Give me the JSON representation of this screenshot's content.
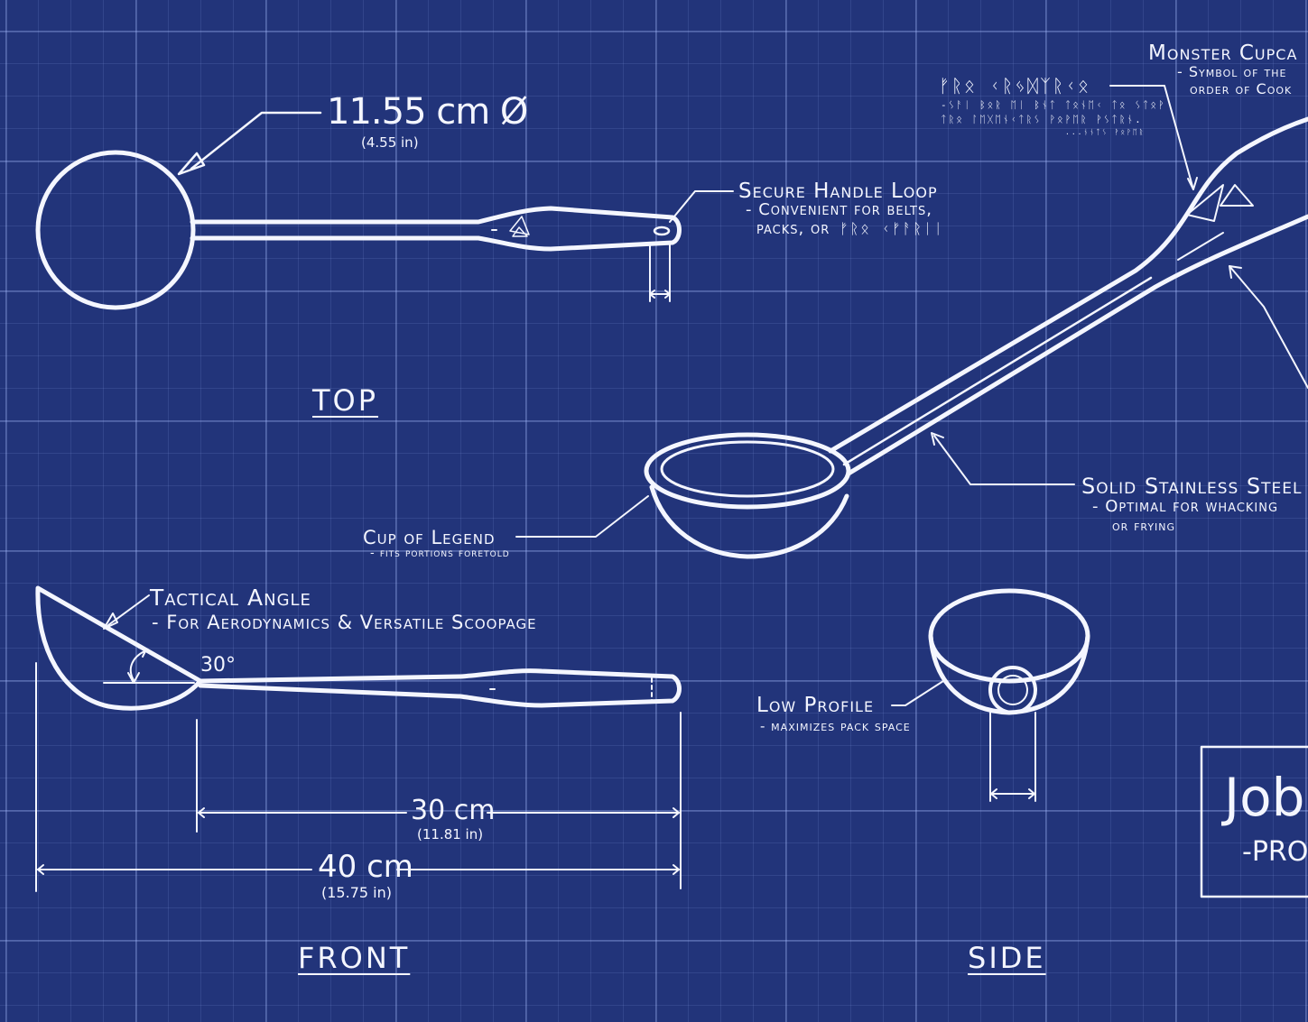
{
  "colors": {
    "background": "#22347a",
    "ink": "#f4f6ff",
    "grid": "#8ea2e6"
  },
  "views": {
    "top": "TOP",
    "front": "FRONT",
    "side": "SIDE"
  },
  "dimensions": {
    "diameter": {
      "metric": "11.55 cm Ø",
      "imperial": "(4.55 in)"
    },
    "handle": {
      "metric": "30 cm",
      "imperial": "(11.81 in)"
    },
    "total": {
      "metric": "40 cm",
      "imperial": "(15.75 in)"
    },
    "angle": "30°"
  },
  "callouts": {
    "handle_loop": {
      "title": "Secure Handle Loop",
      "line1": "- Convenient for belts,",
      "line2": "packs, or"
    },
    "cup": {
      "title": "Cup of Legend",
      "sub": "- fits portions foretold"
    },
    "angle": {
      "title": "Tactical Angle",
      "sub": "- For Aerodynamics & Versatile Scoopage"
    },
    "steel": {
      "title": "Solid Stainless Steel",
      "line1": "- Optimal for whacking",
      "line2": "or frying"
    },
    "profile": {
      "title": "Low Profile",
      "sub": "- maximizes pack space"
    },
    "monster": {
      "title": "Monster Cupca",
      "line1": "- Symbol of the",
      "line2": "order of Cook"
    }
  },
  "glyphs": {
    "header": "ᚠᚱᛟ ᚲᚱᛃᛞᛉᚱᚲᛟ",
    "line1": "-ᛊᚨᛁ ᛒᛟᚱ ᛖᛁ ᛒᚾᛏ ᛏᛟᚾᛖᚲ ᛏᛟ ᛊᛏᛟᚹ",
    "line2": "ᛏᚱᛟ ᛚᛖᚷᛖᚾᚲᛏᚱᛊ ᚹᛟᚹᛖᚱ ᚹᛊᛏᚱᚾ.",
    "line3": "...ᚾᚾᛏᛊ ᚹᛟᚹᛖᚱ",
    "loop": "ᚠᚱᛟ ᚲᚠᚨᚱᛁᛁ"
  },
  "title_block": {
    "title": "Job",
    "sub": "-PRO"
  }
}
